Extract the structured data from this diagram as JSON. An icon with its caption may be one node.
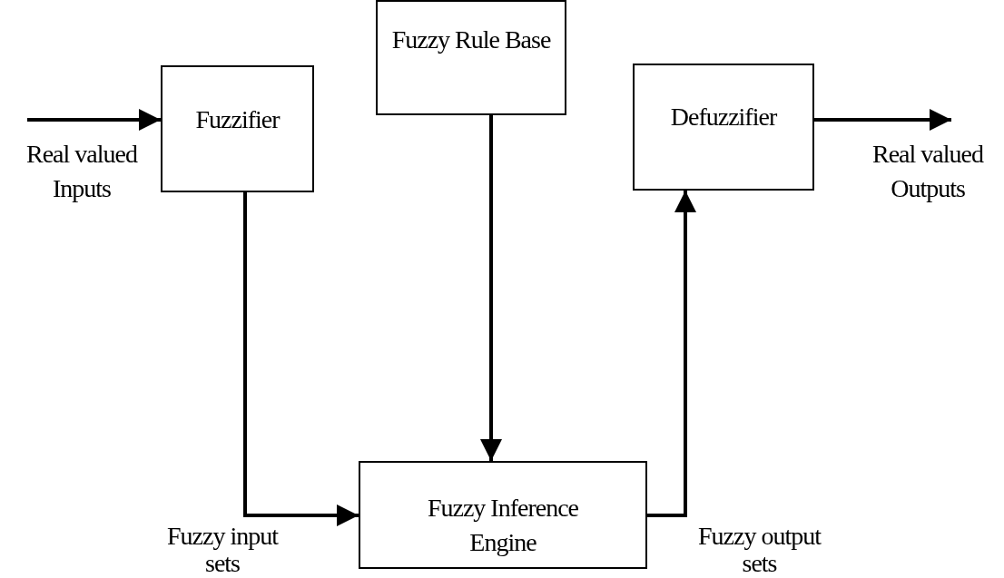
{
  "diagram": {
    "nodes": [
      {
        "text": [
          "Fuzzy Rule Base"
        ]
      },
      {
        "text": [
          "Fuzzifier"
        ]
      },
      {
        "text": [
          "Defuzzifier"
        ]
      },
      {
        "text": [
          "Fuzzy Inference Engine"
        ]
      }
    ],
    "edges": [
      {
        "from": null,
        "to": 1,
        "arrow": "to",
        "label": "Real valued Inputs"
      },
      {
        "from": 1,
        "to": 3,
        "arrow": "to",
        "label": "Fuzzy input sets"
      },
      {
        "from": 0,
        "to": 3,
        "arrow": "to"
      },
      {
        "from": 3,
        "to": 2,
        "arrow": "to",
        "label": "Fuzzy output sets"
      },
      {
        "from": 2,
        "to": null,
        "arrow": "to",
        "label": "Real valued Outputs"
      }
    ]
  }
}
